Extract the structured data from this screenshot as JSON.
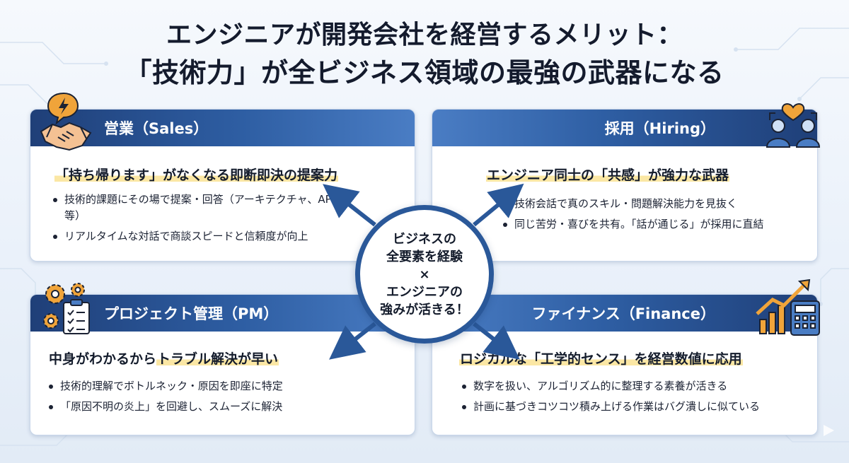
{
  "title": {
    "line1": "エンジニアが開発会社を経営するメリット：",
    "line2": "「技術力」が全ビジネス領域の最強の武器になる"
  },
  "center": {
    "line1": "ビジネスの",
    "line2": "全要素を経験",
    "line3": "×",
    "line4": "エンジニアの",
    "line5": "強みが活きる！"
  },
  "cards": {
    "sales": {
      "header": "営業（Sales）",
      "headline": "「持ち帰ります」がなくなる即断即決の提案力",
      "bullets": [
        "技術的課題にその場で提案・回答（アーキテクチャ、API等）",
        "リアルタイムな対話で商談スピードと信頼度が向上"
      ]
    },
    "hiring": {
      "header": "採用（Hiring）",
      "headline": "エンジニア同士の「共感」が強力な武器",
      "bullets": [
        "技術会話で真のスキル・問題解決能力を見抜く",
        "同じ苦労・喜びを共有。「話が通じる」が採用に直結"
      ]
    },
    "pm": {
      "header": "プロジェクト管理（PM）",
      "headline_plain": "中身がわかるから",
      "headline_hl": "トラブル解決が早い",
      "bullets": [
        "技術的理解でボトルネック・原因を即座に特定",
        "「原因不明の炎上」を回避し、スムーズに解決"
      ]
    },
    "finance": {
      "header": "ファイナンス（Finance）",
      "headline": "ロジカルな「工学的センス」を経営数値に応用",
      "bullets": [
        "数字を扱い、アルゴリズム的に整理する素養が活きる",
        "計画に基づきコツコツ積み上げる作業はバグ潰しに似ている"
      ]
    }
  },
  "colors": {
    "header_dark": "#1f3f78",
    "header_light": "#4a7dc4",
    "circle_border": "#2a5899",
    "highlight": "#fbe7a4",
    "icon_orange": "#f0a43a"
  },
  "icons": [
    "handshake-icon",
    "lightning-bubble-icon",
    "people-heart-icon",
    "gears-checklist-icon",
    "growth-chart-icon",
    "calculator-icon"
  ]
}
